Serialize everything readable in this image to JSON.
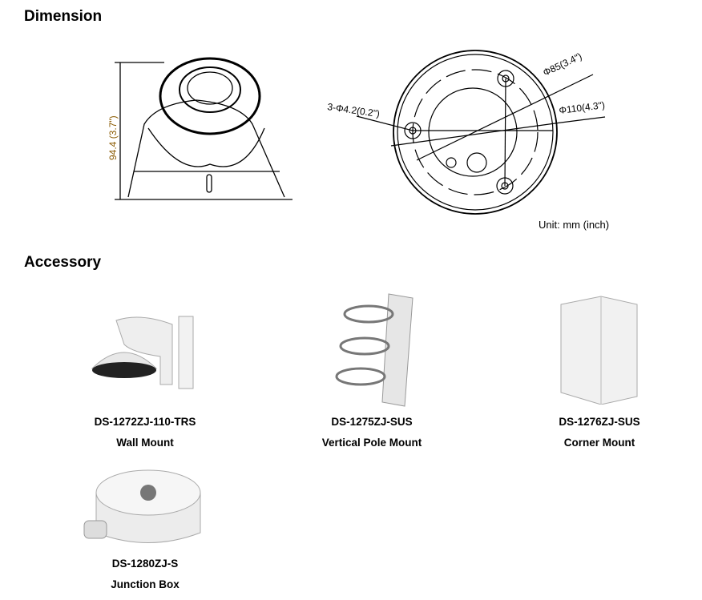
{
  "sections": {
    "dimension": "Dimension",
    "accessory": "Accessory"
  },
  "dimension": {
    "height_label": "94.4 (3.7\")",
    "hole_label": "3-Φ4.2(0.2\")",
    "d85_label": "Φ85(3.4\")",
    "d110_label": "Φ110(4.3\")",
    "unit": "Unit: mm (inch)"
  },
  "accessories": [
    {
      "model": "DS-1272ZJ-110-TRS",
      "name": "Wall Mount"
    },
    {
      "model": "DS-1275ZJ-SUS",
      "name": "Vertical Pole Mount"
    },
    {
      "model": "DS-1276ZJ-SUS",
      "name": "Corner Mount"
    },
    {
      "model": "DS-1280ZJ-S",
      "name": "Junction Box"
    }
  ]
}
